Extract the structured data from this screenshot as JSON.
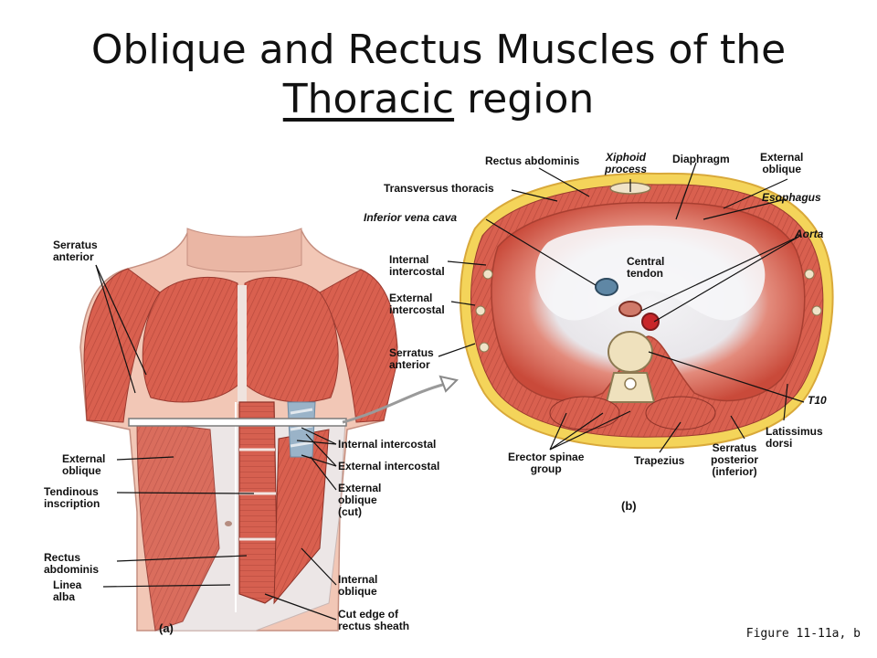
{
  "slide": {
    "title_part1": "Oblique and Rectus Muscles of the",
    "title_underlined": "Thoracic",
    "title_part2": "region",
    "figure_ref": "Figure 11-11a, b"
  },
  "panel_a": {
    "tag": "(a)",
    "labels": {
      "serratus_anterior": "Serratus\nanterior",
      "external_oblique": "External\noblique",
      "tendinous_inscription": "Tendinous\ninscription",
      "rectus_abdominis": "Rectus\nabdominis",
      "linea_alba": "Linea\nalba",
      "internal_intercostal": "Internal intercostal",
      "external_intercostal": "External intercostal",
      "external_oblique_cut": "External\noblique\n(cut)",
      "internal_oblique": "Internal\noblique",
      "cut_edge": "Cut edge of\nrectus sheath"
    }
  },
  "panel_b": {
    "tag": "(b)",
    "labels": {
      "rectus_abdominis": "Rectus abdominis",
      "xiphoid_process": "Xiphoid\nprocess",
      "diaphragm": "Diaphragm",
      "external_oblique": "External\noblique",
      "transversus_thoracis": "Transversus thoracis",
      "esophagus": "Esophagus",
      "inferior_vena_cava": "Inferior vena cava",
      "aorta": "Aorta",
      "internal_intercostal": "Internal\nintercostal",
      "central_tendon": "Central\ntendon",
      "external_intercostal": "External\nintercostal",
      "serratus_anterior": "Serratus\nanterior",
      "t10": "T10",
      "latissimus_dorsi": "Latissimus\ndorsi",
      "erector_spinae": "Erector spinae\ngroup",
      "trapezius": "Trapezius",
      "serratus_posterior": "Serratus\nposterior\n(inferior)"
    }
  },
  "colors": {
    "muscle": "#d9604f",
    "muscle_dark": "#b83f33",
    "tendon": "#eef0f3",
    "fat": "#f3d24d",
    "skin": "#f2c7b6"
  }
}
